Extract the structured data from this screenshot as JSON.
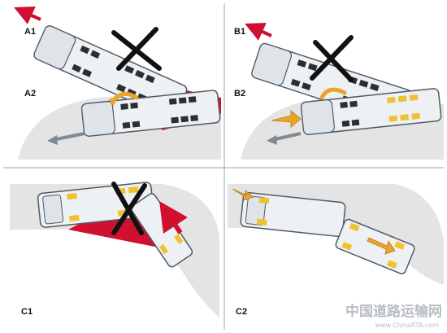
{
  "panels": {
    "top_left": {
      "labels": [
        "A1",
        "A2"
      ]
    },
    "top_right": {
      "labels": [
        "B1",
        "B2"
      ]
    },
    "bottom_left": {
      "labels": [
        "C1"
      ]
    },
    "bottom_right": {
      "labels": [
        "C2"
      ]
    }
  },
  "watermark": {
    "cn": "中国道路运输网",
    "url": "www.ChinaRTA.com"
  },
  "colors": {
    "road": "#e4e4e4",
    "skid_zone": "#d0102f",
    "cross": "#111111",
    "bus_body": "#eef1f4",
    "bus_outline": "#4f5b66",
    "arrow_red": "#d0102f",
    "arrow_grey": "#7f8a93",
    "arrow_orange": "#e9a52b",
    "wheel_dark": "#2b2f33",
    "wheel_yellow": "#f0c233"
  }
}
